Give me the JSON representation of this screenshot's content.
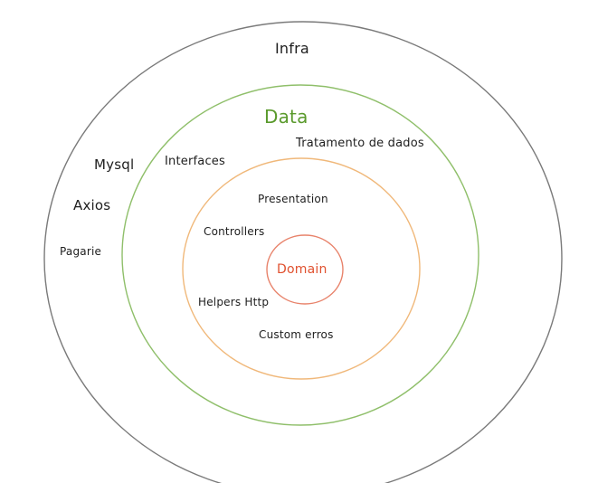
{
  "colors": {
    "infra_ring": "#7a7a7a",
    "data_ring": "#8fbf6a",
    "data_title": "#5a9a2c",
    "presentation_ring": "#f0b87a",
    "domain_ring": "#e8836b",
    "domain_title": "#e0512f",
    "text": "#1e1e1e"
  },
  "layers": {
    "infra": {
      "title": "Infra",
      "items": [
        "Mysql",
        "Axios",
        "Pagarie"
      ]
    },
    "data": {
      "title": "Data",
      "items": [
        "Tratamento de dados",
        "Interfaces"
      ]
    },
    "presentation": {
      "title": "Presentation",
      "items": [
        "Controllers",
        "Helpers Http",
        "Custom erros"
      ]
    },
    "domain": {
      "title": "Domain"
    }
  }
}
